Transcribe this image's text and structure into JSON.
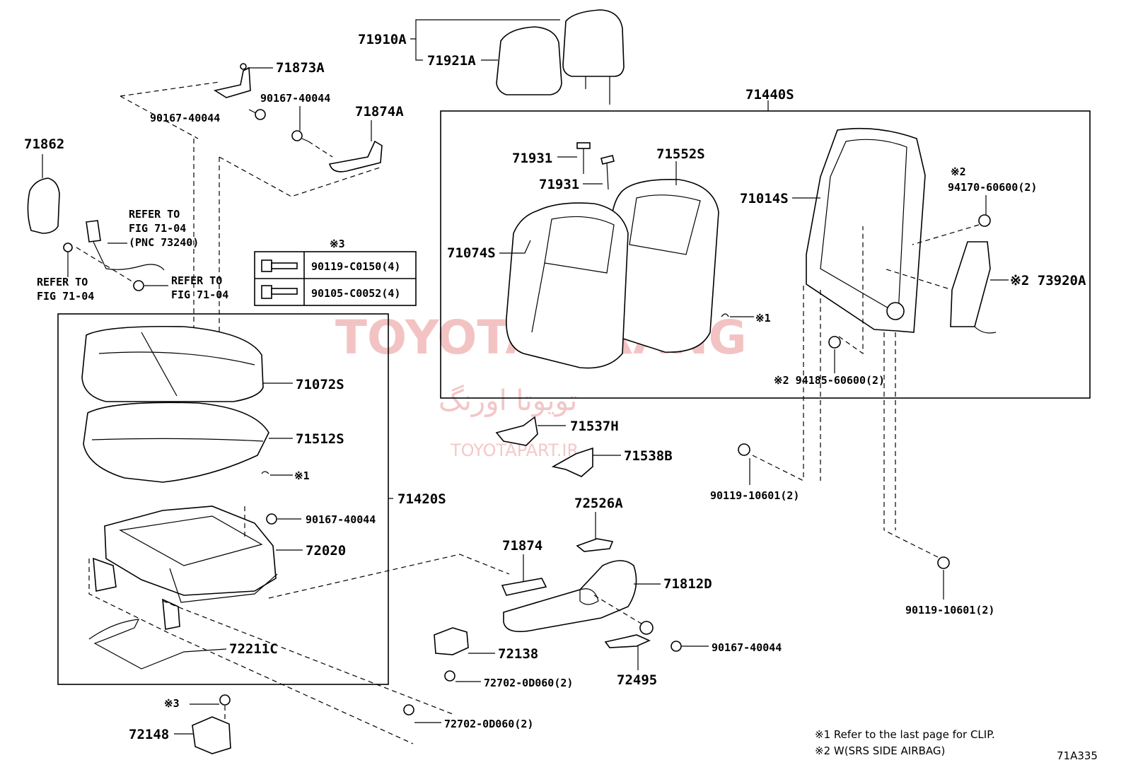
{
  "labels": {
    "p71910A": "71910A",
    "p71921A": "71921A",
    "p71873A": "71873A",
    "p90167_a": "90167-40044",
    "p90167_b": "90167-40044",
    "p71874A": "71874A",
    "p71862": "71862",
    "refer_fig_1a": "REFER TO",
    "refer_fig_1b": "FIG 71-04",
    "refer_fig_1c": "(PNC 73240)",
    "refer_fig_2a": "REFER TO",
    "refer_fig_2b": "FIG 71-04",
    "refer_fig_3a": "REFER TO",
    "refer_fig_3b": "FIG 71-04",
    "p71440S": "71440S",
    "p71931_a": "71931",
    "p71931_b": "71931",
    "p71552S": "71552S",
    "p71014S": "71014S",
    "note2_top": "※2",
    "p94170": "94170-60600(2)",
    "p71074S": "71074S",
    "clip1_top": "※1",
    "p73920A": "※2 73920A",
    "p94185": "※2 94185-60600(2)",
    "table_mark": "※3",
    "table_row1": "90119-C0150(4)",
    "table_row2": "90105-C0052(4)",
    "p71072S": "71072S",
    "p71512S": "71512S",
    "clip1_bottom": "※1",
    "p71420S": "71420S",
    "p90167_c": "90167-40044",
    "p72020": "72020",
    "p71537H": "71537H",
    "p71538B": "71538B",
    "p90119_a": "90119-10601(2)",
    "p72526A": "72526A",
    "p71874": "71874",
    "p71812D": "71812D",
    "p90119_b": "90119-10601(2)",
    "p72211C": "72211C",
    "p72138": "72138",
    "p90167_d": "90167-40044",
    "p72495": "72495",
    "p72702_a": "72702-0D060(2)",
    "p72702_b": "72702-0D060(2)",
    "mark3_bottom": "※3",
    "p72148": "72148"
  },
  "notes": {
    "note1": "※1 Refer to the last page for CLIP.",
    "note2": "※2 W(SRS SIDE AIRBAG)",
    "code": "71A335"
  },
  "watermark": {
    "brand": "TOYOTA ORANG",
    "persian": "تویوتا اورنگ",
    "site": "TOYOTAPART.IR"
  }
}
